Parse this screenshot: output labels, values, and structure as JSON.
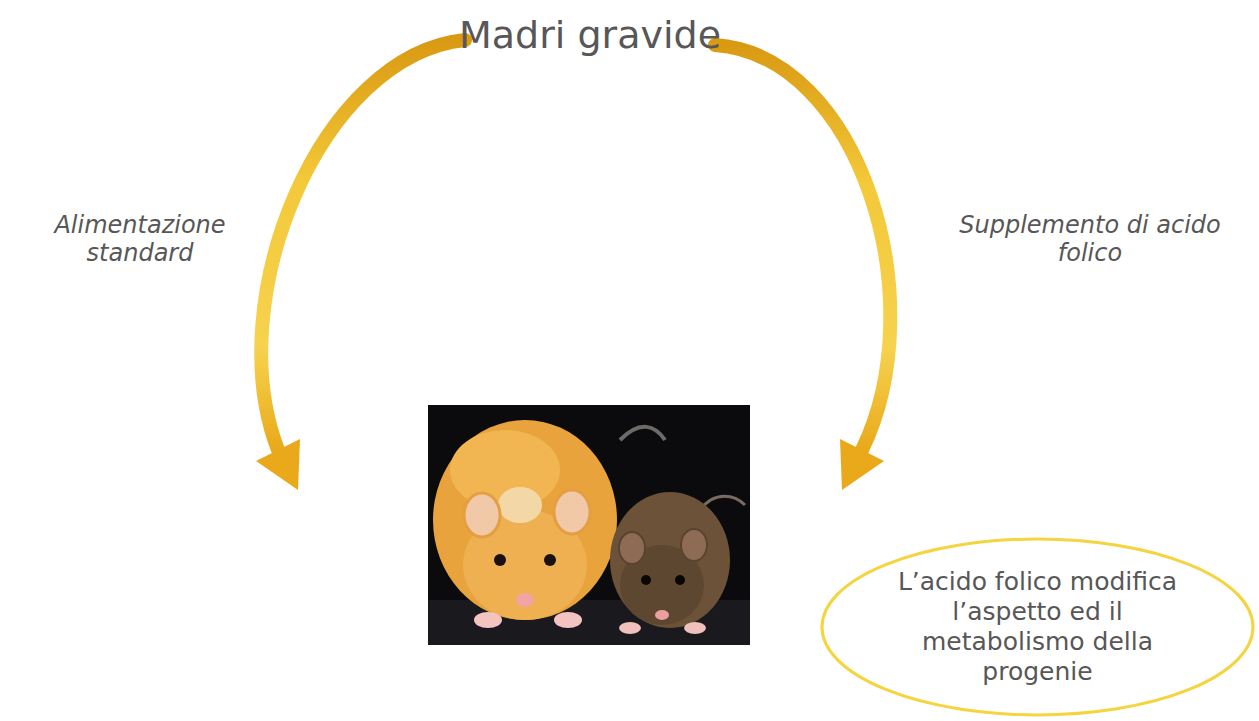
{
  "diagram": {
    "nodes": [
      {
        "text": [
          "L’acido folico modifica l’aspetto ed il metabolismo della progenie"
        ]
      }
    ],
    "labels": [
      "Madri gravide",
      "Alimentazione standard",
      "Supplemento di acido folico"
    ]
  }
}
